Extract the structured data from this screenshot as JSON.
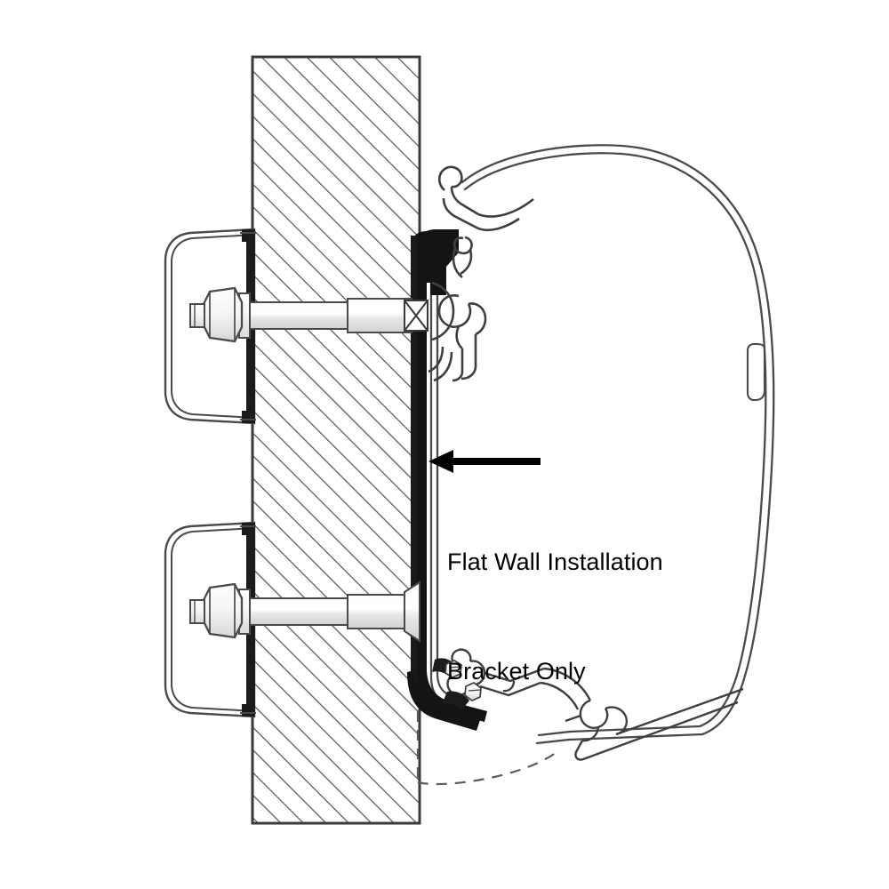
{
  "diagram": {
    "title": "Flat Wall Installation Bracket Only",
    "type": "technical-cross-section",
    "callout": {
      "line1": "Flat Wall Installation",
      "line2": "Bracket Only",
      "arrow_direction": "left",
      "arrow_points_to": "flat-wall-bracket"
    },
    "colors": {
      "background": "#ffffff",
      "line": "#231f20",
      "line_light": "#6d6e71",
      "fill_black": "#111111",
      "fill_metal": "#f2f2f2",
      "hatch": "#58595b",
      "text": "#000000"
    },
    "parts": [
      {
        "name": "wall",
        "label": "Wall (hatched cross-section)",
        "hatch_angle_deg": 45
      },
      {
        "name": "flat-wall-bracket",
        "label": "Flat Wall Installation Bracket Only"
      },
      {
        "name": "backing-plate-upper",
        "label": "Interior backing plate (upper)"
      },
      {
        "name": "backing-plate-lower",
        "label": "Interior backing plate (lower)"
      },
      {
        "name": "hex-nut-upper",
        "label": "Hex nut and washer (upper)"
      },
      {
        "name": "hex-nut-lower",
        "label": "Hex nut and washer (lower)"
      },
      {
        "name": "through-bolt-upper",
        "label": "Through bolt (upper)"
      },
      {
        "name": "through-bolt-lower",
        "label": "Through bolt (lower)"
      },
      {
        "name": "awning-top-rail-profile",
        "label": "Awning top rail extrusion profile"
      },
      {
        "name": "awning-bottom-rail-profile",
        "label": "Awning bottom rail extrusion profile"
      },
      {
        "name": "awning-case-outline",
        "label": "Awning case outer shell"
      },
      {
        "name": "retracted-position-outline",
        "label": "Retracted position (dashed)"
      }
    ]
  }
}
